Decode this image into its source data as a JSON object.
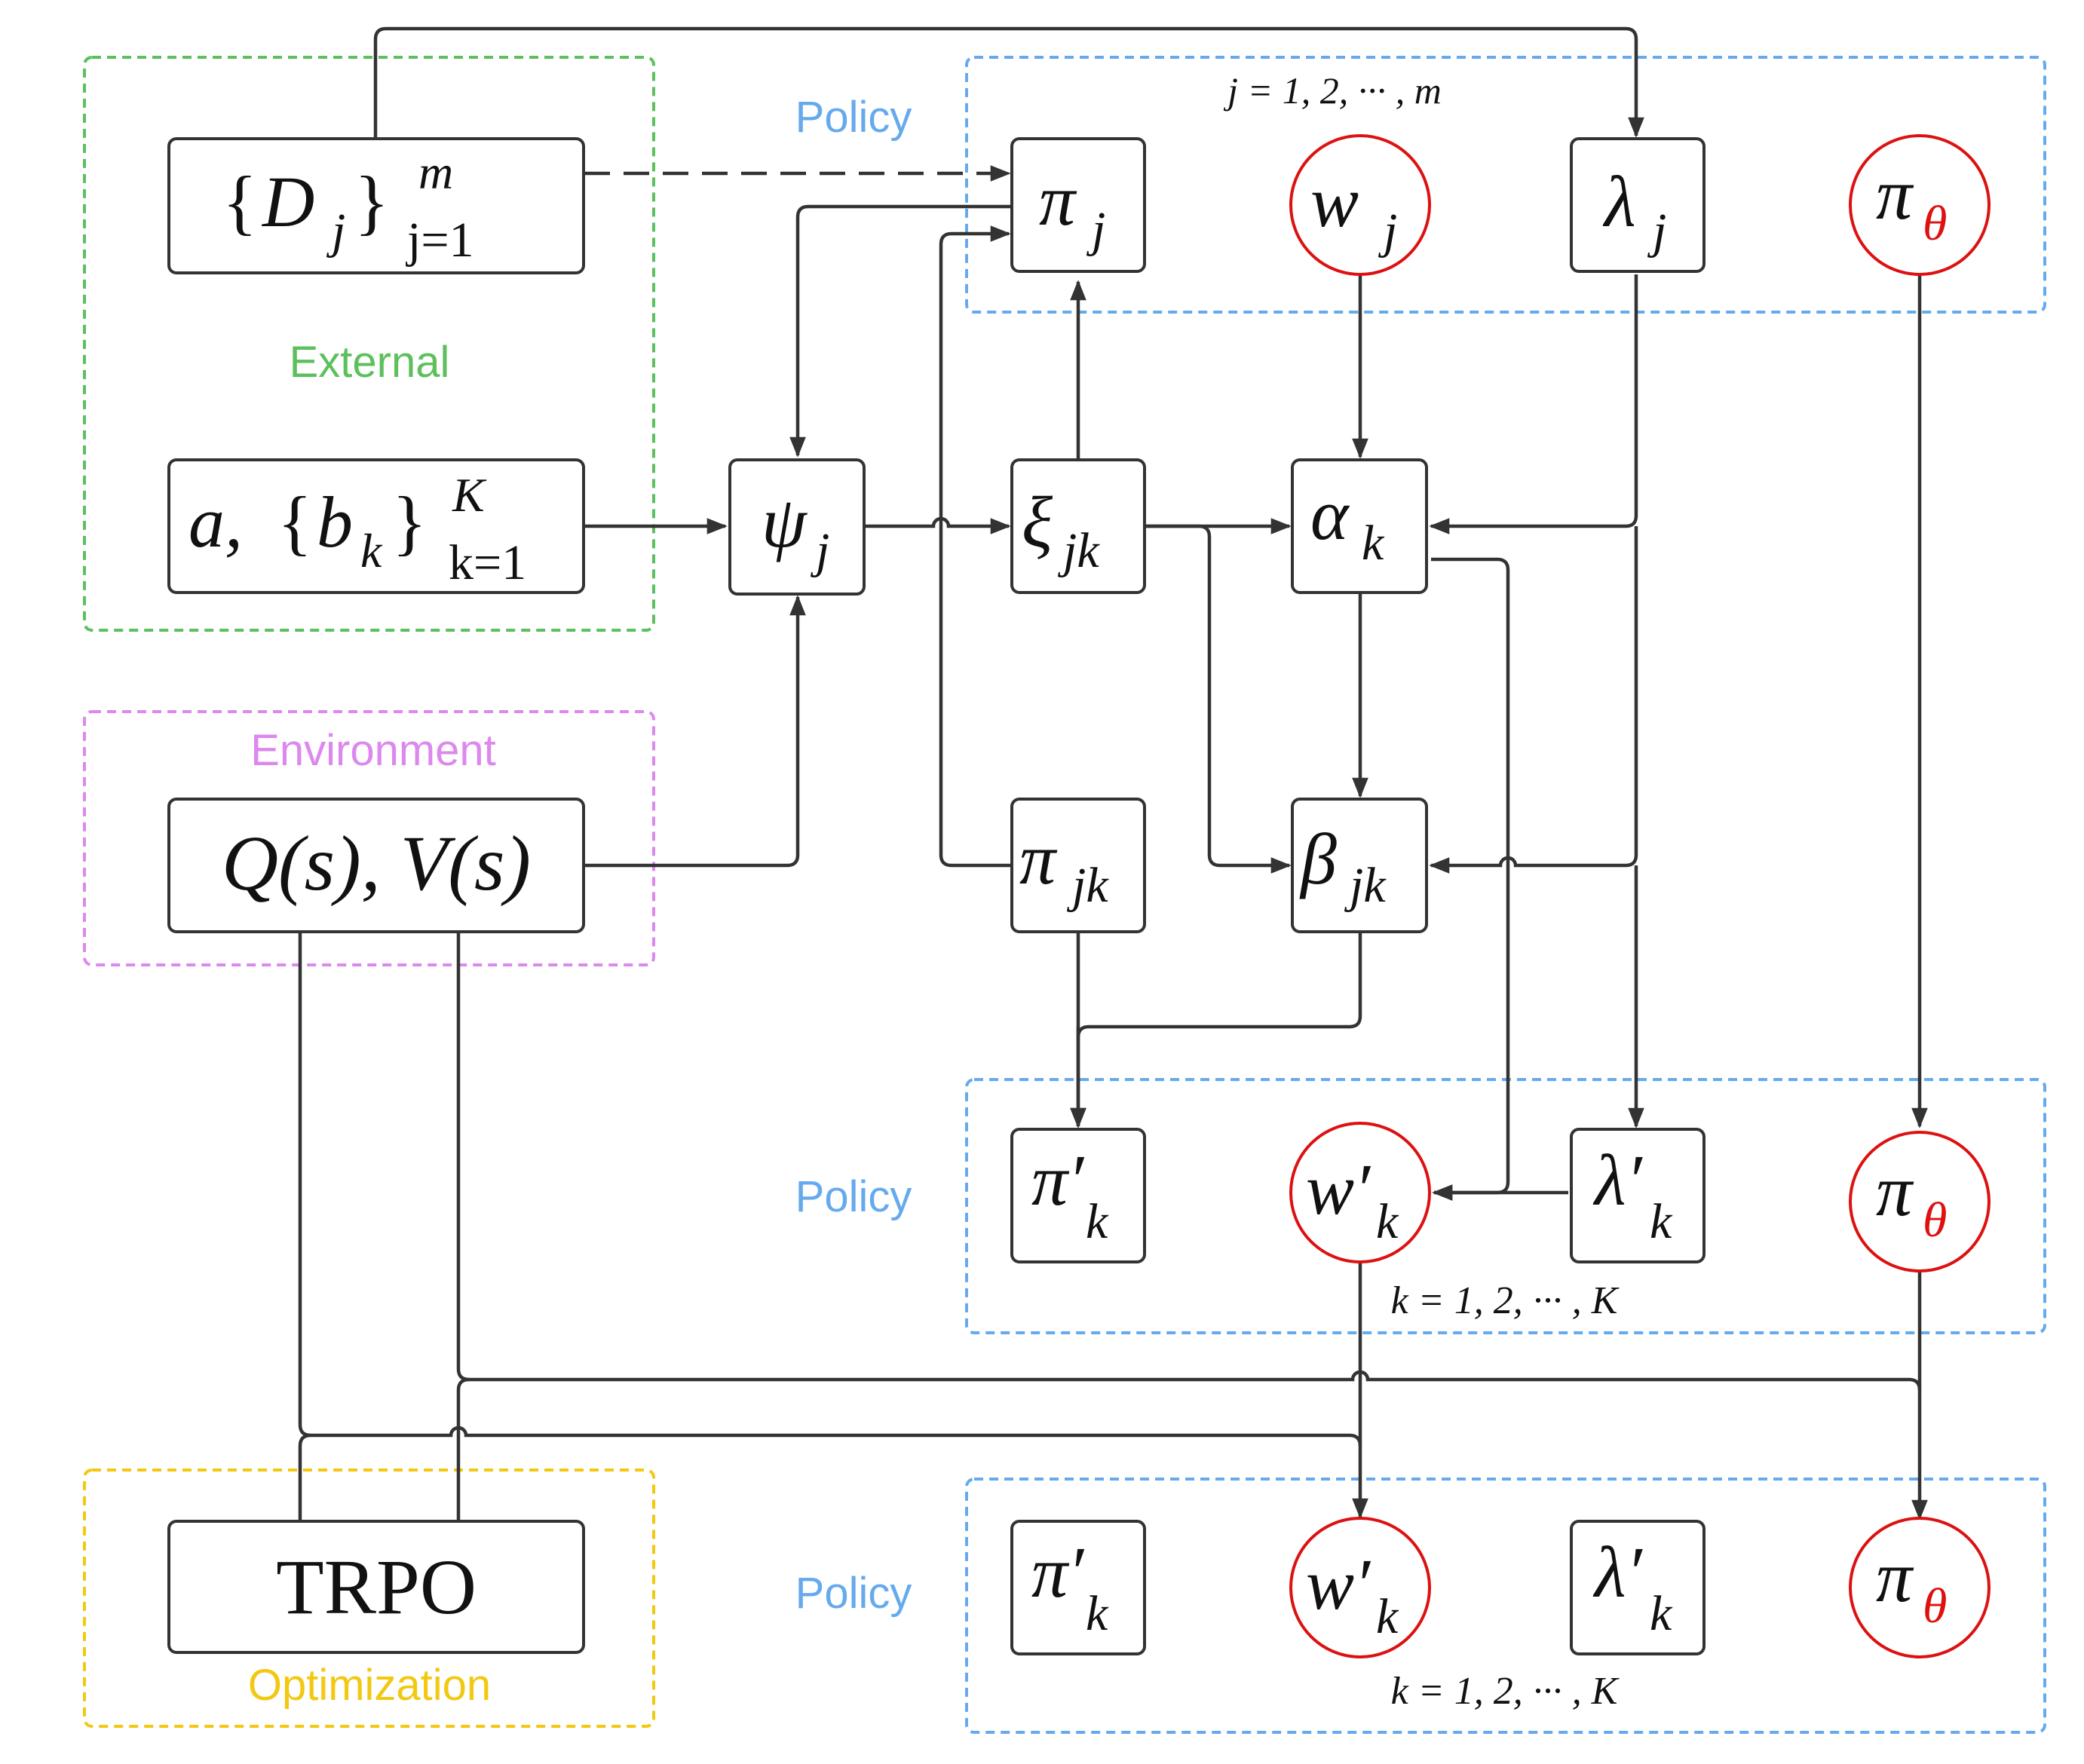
{
  "groups": {
    "external": {
      "label": "External",
      "color": "#5cc05c"
    },
    "environment": {
      "label": "Environment",
      "color": "#dd88ee"
    },
    "optimization": {
      "label": "Optimization",
      "color": "#f2c811"
    },
    "policy_top": {
      "label": "Policy",
      "color": "#66aaee",
      "index_range": "j = 1, 2, ··· , m"
    },
    "policy_mid": {
      "label": "Policy",
      "color": "#66aaee",
      "index_range": "k = 1, 2, ··· , K"
    },
    "policy_bot": {
      "label": "Policy",
      "color": "#66aaee",
      "index_range": "k = 1, 2, ··· , K"
    }
  },
  "nodes": {
    "demos": {
      "brace_open": "{",
      "main": "D",
      "sub": "j",
      "brace_close": "}",
      "sup": "m",
      "lower": "j=1"
    },
    "ab": {
      "a": "a,",
      "brace_open": "{",
      "main": "b",
      "sub": "k",
      "brace_close": "}",
      "sup": "K",
      "lower": "k=1"
    },
    "qv": {
      "text": "Q(s), V(s)"
    },
    "trpo": {
      "text": "TRPO"
    },
    "psi": {
      "main": "ψ",
      "sub": "j"
    },
    "xi": {
      "main": "ξ",
      "sub": "jk"
    },
    "pi_j": {
      "main": "π",
      "sub": "j"
    },
    "pi_jk": {
      "main": "π",
      "sub": "jk"
    },
    "w_j": {
      "main": "w",
      "sub": "j"
    },
    "alpha": {
      "main": "α",
      "sub": "k"
    },
    "beta": {
      "main": "β",
      "sub": "jk"
    },
    "lambda_j": {
      "main": "λ",
      "sub": "j"
    },
    "pi_theta_top": {
      "main": "π",
      "sub": "θ"
    },
    "pi_prime_mid": {
      "main": "π′",
      "sub": "k"
    },
    "w_prime_mid": {
      "main": "w′",
      "sub": "k"
    },
    "lambda_prime_mid": {
      "main": "λ′",
      "sub": "k"
    },
    "pi_theta_mid": {
      "main": "π",
      "sub": "θ"
    },
    "pi_prime_bot": {
      "main": "π′",
      "sub": "k"
    },
    "w_prime_bot": {
      "main": "w′",
      "sub": "k"
    },
    "lambda_prime_bot": {
      "main": "λ′",
      "sub": "k"
    },
    "pi_theta_bot": {
      "main": "π",
      "sub": "θ"
    }
  },
  "colors": {
    "edge": "#333333",
    "circle_stroke": "#dd1111",
    "theta": "#dd1111"
  }
}
